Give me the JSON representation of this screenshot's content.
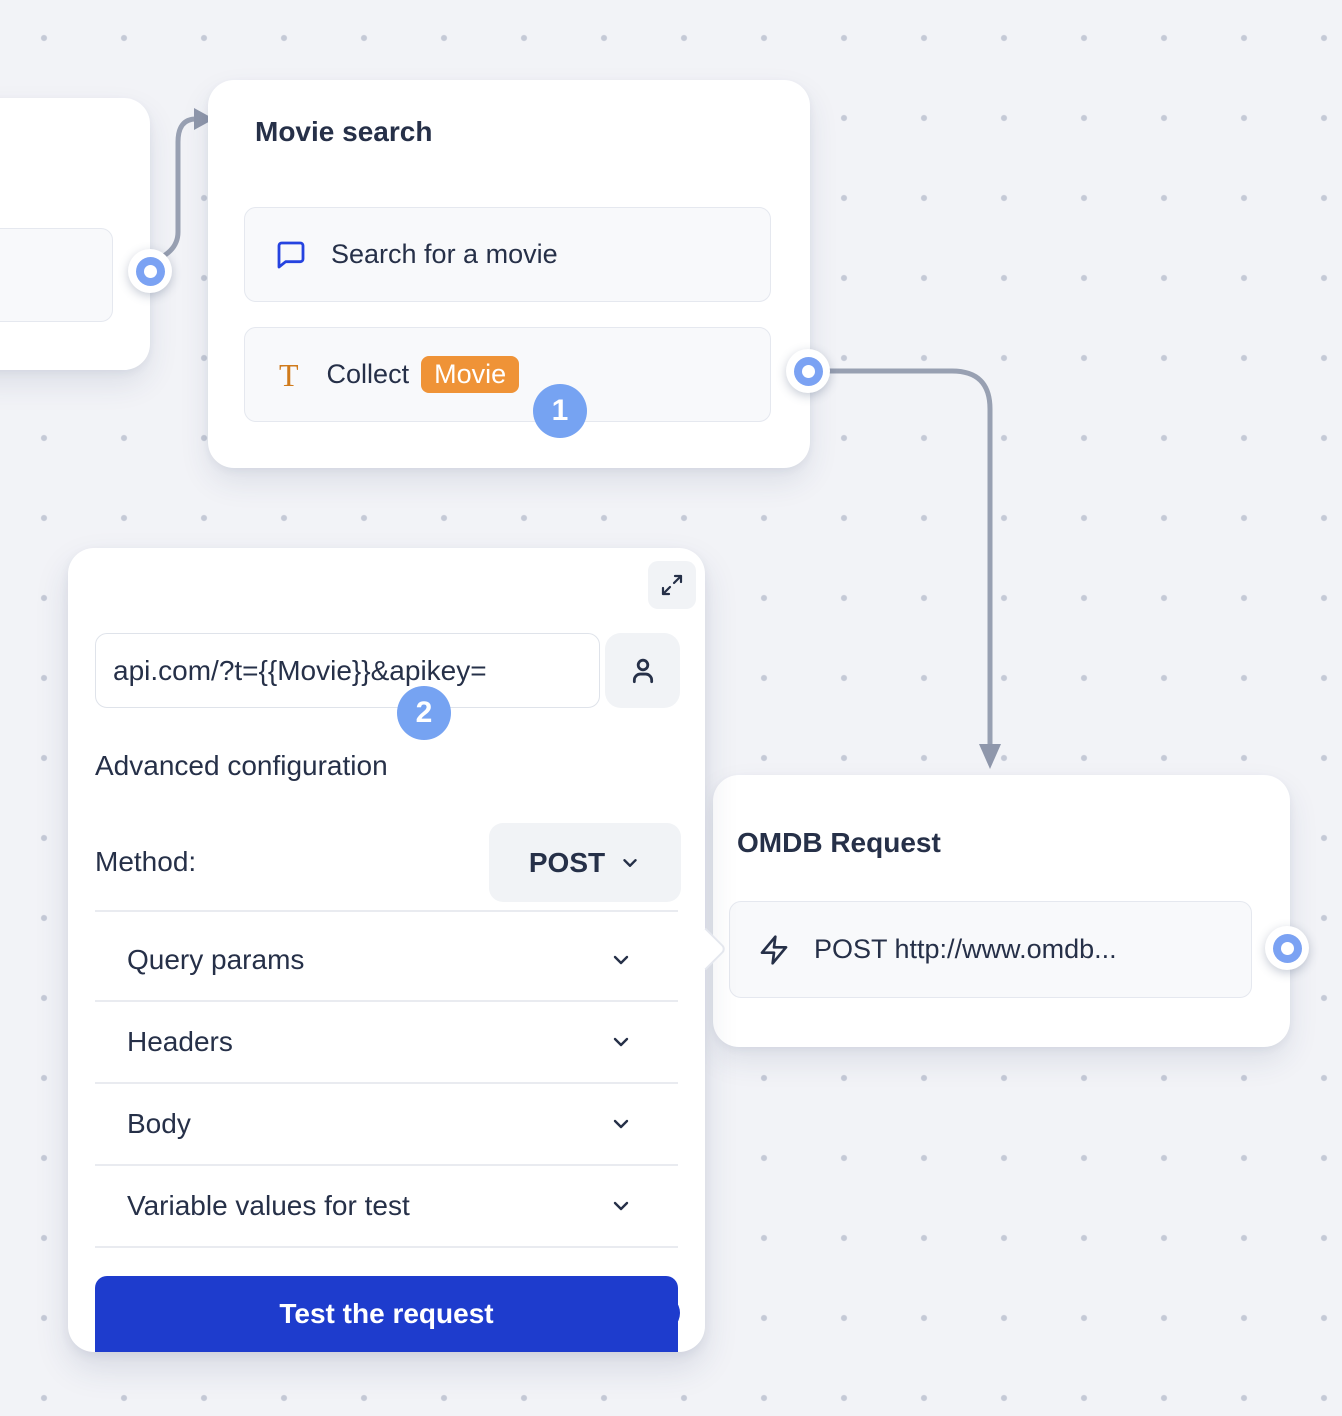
{
  "colors": {
    "accent_blue": "#1e3ccd",
    "badge_blue": "#76a3f2",
    "connector_blue": "#7ba2f3",
    "variable_orange": "#ef9337",
    "type_icon_orange": "#d07b1c",
    "chat_icon_blue": "#2543e0",
    "line_gray": "#98a0b2",
    "text_navy": "#263048"
  },
  "movie_card": {
    "title": "Movie search",
    "items": [
      {
        "icon": "chat-bubble-icon",
        "label": "Search for a movie"
      },
      {
        "icon": "text-type-icon",
        "label": "Collect",
        "variable_badge": "Movie"
      }
    ],
    "step_badge": "1"
  },
  "webhook_panel": {
    "url_value": "api.com/?t={{Movie}}&apikey=",
    "step_badge": "2",
    "advanced_label": "Advanced configuration",
    "advanced_on": true,
    "method_label": "Method:",
    "method_value": "POST",
    "sections": [
      "Query params",
      "Headers",
      "Body",
      "Variable values for test"
    ],
    "test_button_label": "Test the request"
  },
  "omdb_card": {
    "title": "OMDB Request",
    "item": {
      "icon": "lightning-icon",
      "label": "POST http://www.omdb..."
    }
  }
}
